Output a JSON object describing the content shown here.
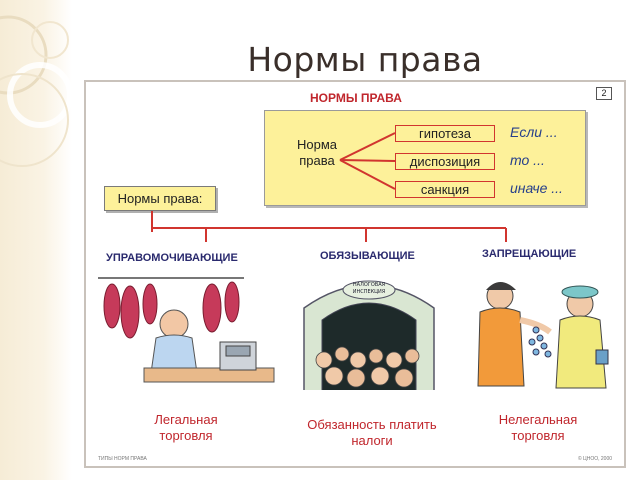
{
  "slide": {
    "title": "Нормы права"
  },
  "figure": {
    "page_number": "2",
    "heading": "НОРМЫ ПРАВА",
    "structure": {
      "label": "Норма права",
      "terms": [
        {
          "term": "гипотеза",
          "condition": "Если ..."
        },
        {
          "term": "диспозиция",
          "condition": "то ..."
        },
        {
          "term": "санкция",
          "condition": "иначе ..."
        }
      ]
    },
    "types_box": "Нормы права:",
    "types": [
      {
        "label": "УПРАВОМОЧИВАЮЩИЕ",
        "caption": "Легальная торговля"
      },
      {
        "label": "ОБЯЗЫВАЮЩИЕ",
        "caption": "Обязанность платить налоги",
        "sign": "НАЛОГОВАЯ ИНСПЕКЦИЯ"
      },
      {
        "label": "ЗАПРЕЩАЮЩИЕ",
        "caption": "Нелегальная торговля"
      }
    ],
    "footer_left": "ТИПЫ НОРМ ПРАВА",
    "footer_right": "© ЦНОО, 2000"
  },
  "colors": {
    "heading_red": "#c0262c",
    "box_yellow": "#fdf19a",
    "condition_blue": "#27408b"
  }
}
